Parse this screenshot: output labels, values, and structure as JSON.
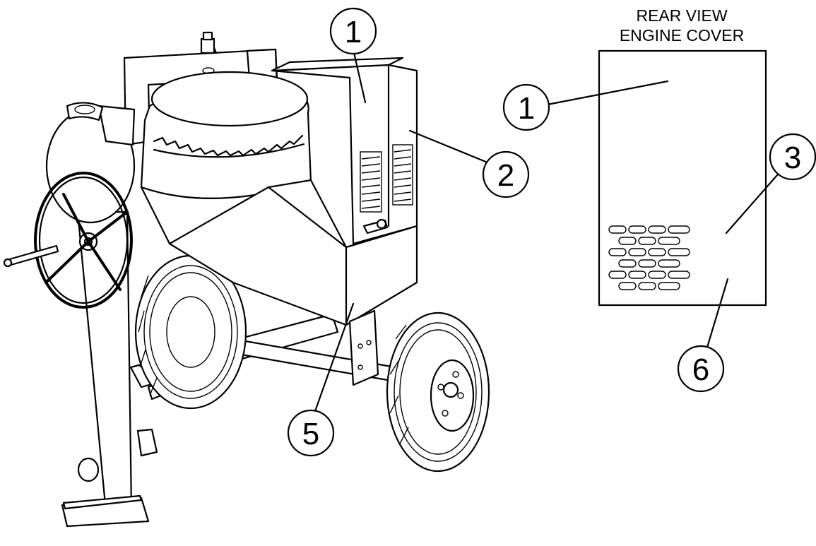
{
  "rear_view": {
    "title_line1": "REAR VIEW",
    "title_line2": "ENGINE COVER"
  },
  "callouts": [
    {
      "id": "callout-1-mixer",
      "label": "1"
    },
    {
      "id": "callout-2",
      "label": "2"
    },
    {
      "id": "callout-5",
      "label": "5"
    },
    {
      "id": "callout-1-cover",
      "label": "1"
    },
    {
      "id": "callout-3",
      "label": "3"
    },
    {
      "id": "callout-6",
      "label": "6"
    }
  ],
  "colors": {
    "line": "#000000",
    "background": "#ffffff"
  }
}
